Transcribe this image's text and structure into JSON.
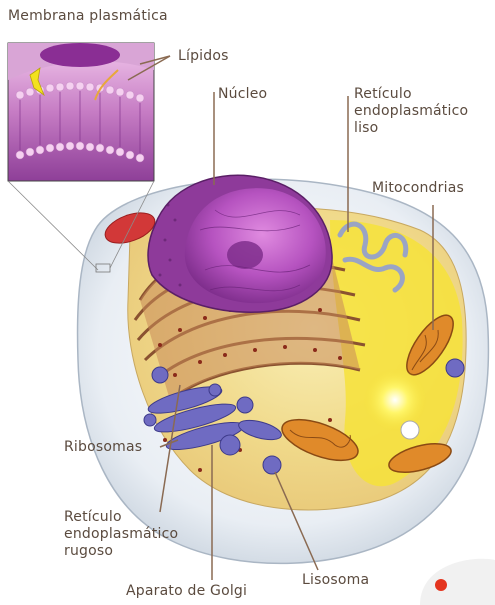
{
  "labels": {
    "membrane": "Membrana plasmática",
    "lipids": "Lípidos",
    "nucleus": "Núcleo",
    "ser_line1": "Retículo",
    "ser_line2": "endoplasmático",
    "ser_line3": "liso",
    "mitochondria": "Mitocondrias",
    "ribosomes": "Ribosomas",
    "rer_line1": "Retículo",
    "rer_line2": "endoplasmático",
    "rer_line3": "rugoso",
    "golgi": "Aparato de Golgi",
    "lysosome": "Lisosoma"
  },
  "colors": {
    "membrane_shell": "#e6ecf2",
    "cytoplasm": "#f3e7a8",
    "cytoplasm_yellow": "#f6e23a",
    "nucleus": "#a64bb0",
    "nucleus_dark": "#7e2f8a",
    "rer": "#b87a4e",
    "golgi": "#7d79c8",
    "mitochondria": "#e08a2a",
    "label_text": "#5b4b3f",
    "leader_line": "#8a6a52"
  },
  "icons": {
    "badge": "red-dot-icon"
  }
}
